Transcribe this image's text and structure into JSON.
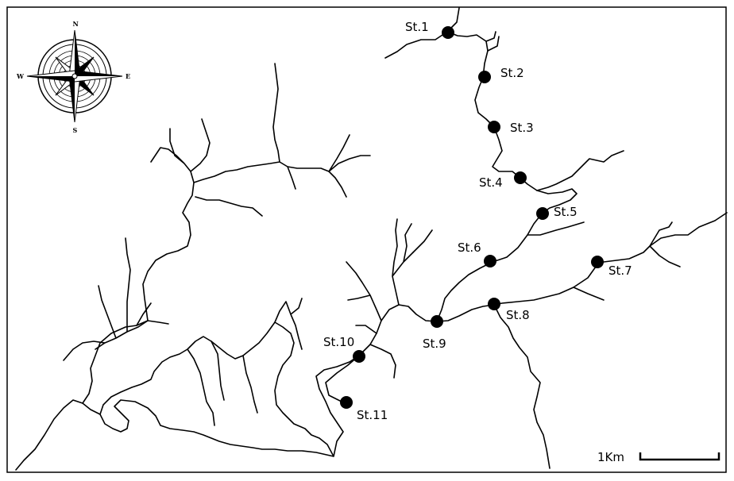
{
  "map": {
    "stations": [
      {
        "label": "St.1"
      },
      {
        "label": "St.2"
      },
      {
        "label": "St.3"
      },
      {
        "label": "St.4"
      },
      {
        "label": "St.5"
      },
      {
        "label": "St.6"
      },
      {
        "label": "St.7"
      },
      {
        "label": "St.8"
      },
      {
        "label": "St.9"
      },
      {
        "label": "St.10"
      },
      {
        "label": "St.11"
      }
    ],
    "compass": {
      "n": "N",
      "s": "S",
      "e": "E",
      "w": "W"
    },
    "scale_bar": {
      "label": "1Km"
    }
  },
  "icons": [
    "compass-rose-icon"
  ]
}
